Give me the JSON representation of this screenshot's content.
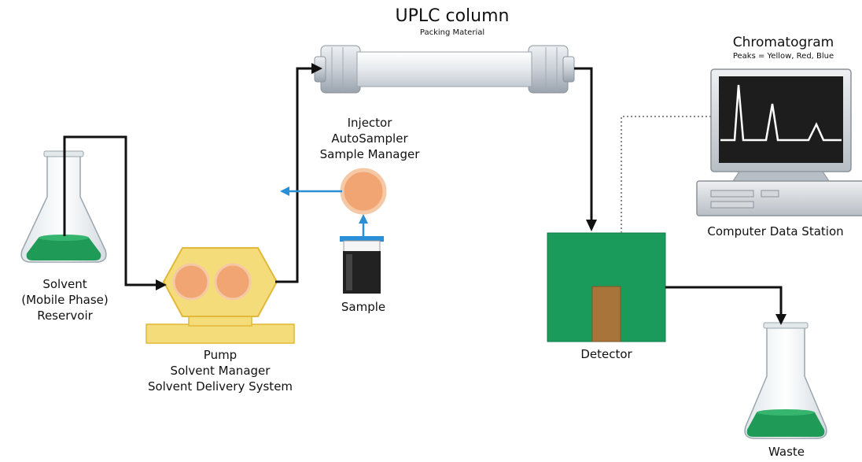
{
  "diagram": {
    "column": {
      "title": "UPLC column",
      "subtitle": "Packing Material"
    },
    "chromatogram": {
      "title": "Chromatogram",
      "subtitle": "Peaks = Yellow, Red, Blue"
    },
    "injector": {
      "lines": [
        "Injector",
        "AutoSampler",
        "Sample Manager"
      ]
    },
    "solvent": {
      "lines": [
        "Solvent",
        "(Mobile Phase)",
        "Reservoir"
      ]
    },
    "pump": {
      "lines": [
        "Pump",
        "Solvent Manager",
        "Solvent Delivery System"
      ]
    },
    "sample": {
      "label": "Sample"
    },
    "computer": {
      "label": "Computer Data Station"
    },
    "detector": {
      "label": "Detector"
    },
    "waste": {
      "label": "Waste"
    },
    "colors": {
      "liquid": "#1f9a57",
      "pump_body": "#f5dc7a",
      "pump_outline": "#e2b83a",
      "pump_circle": "#f0a572",
      "detector_box": "#1a9b5c",
      "detector_cell": "#a8743a",
      "flow_line": "#111111",
      "sample_flow": "#2a8fd6",
      "column_metal": "#c9cfd6",
      "monitor_screen": "#1d1d1d"
    }
  }
}
